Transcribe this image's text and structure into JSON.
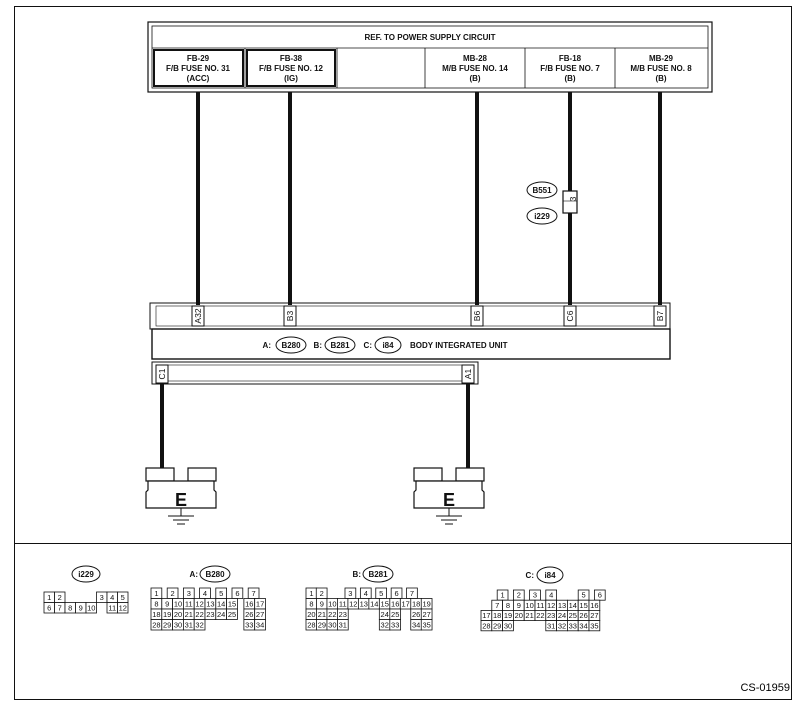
{
  "power": {
    "title": "REF. TO POWER SUPPLY CIRCUIT",
    "cells": [
      {
        "l1": "FB-29",
        "l2": "F/B FUSE NO. 31",
        "l3": "(ACC)"
      },
      {
        "l1": "FB-38",
        "l2": "F/B FUSE NO. 12",
        "l3": "(IG)"
      },
      {
        "l1": "",
        "l2": "",
        "l3": ""
      },
      {
        "l1": "MB-28",
        "l2": "M/B FUSE NO. 14",
        "l3": "(B)"
      },
      {
        "l1": "FB-18",
        "l2": "F/B FUSE NO. 7",
        "l3": "(B)"
      },
      {
        "l1": "MB-29",
        "l2": "M/B FUSE NO. 8",
        "l3": "(B)"
      }
    ]
  },
  "joint": {
    "conn1": "B551",
    "conn2": "i229",
    "pin": "3"
  },
  "unit": {
    "pins": [
      "A32",
      "B3",
      "B6",
      "C6",
      "B7"
    ],
    "lower_pins": [
      "C1",
      "A1"
    ],
    "pre_a": "A:",
    "a": "B280",
    "pre_b": "B:",
    "b": "B281",
    "pre_c": "C:",
    "c": "i84",
    "name": "BODY INTEGRATED UNIT"
  },
  "grounds": [
    "E",
    "E"
  ],
  "connectors": [
    {
      "title": "i229",
      "prefix": ""
    },
    {
      "title": "B280",
      "prefix": "A:"
    },
    {
      "title": "B281",
      "prefix": "B:"
    },
    {
      "title": "i84",
      "prefix": "C:"
    }
  ],
  "diagram_code": "CS-01959"
}
